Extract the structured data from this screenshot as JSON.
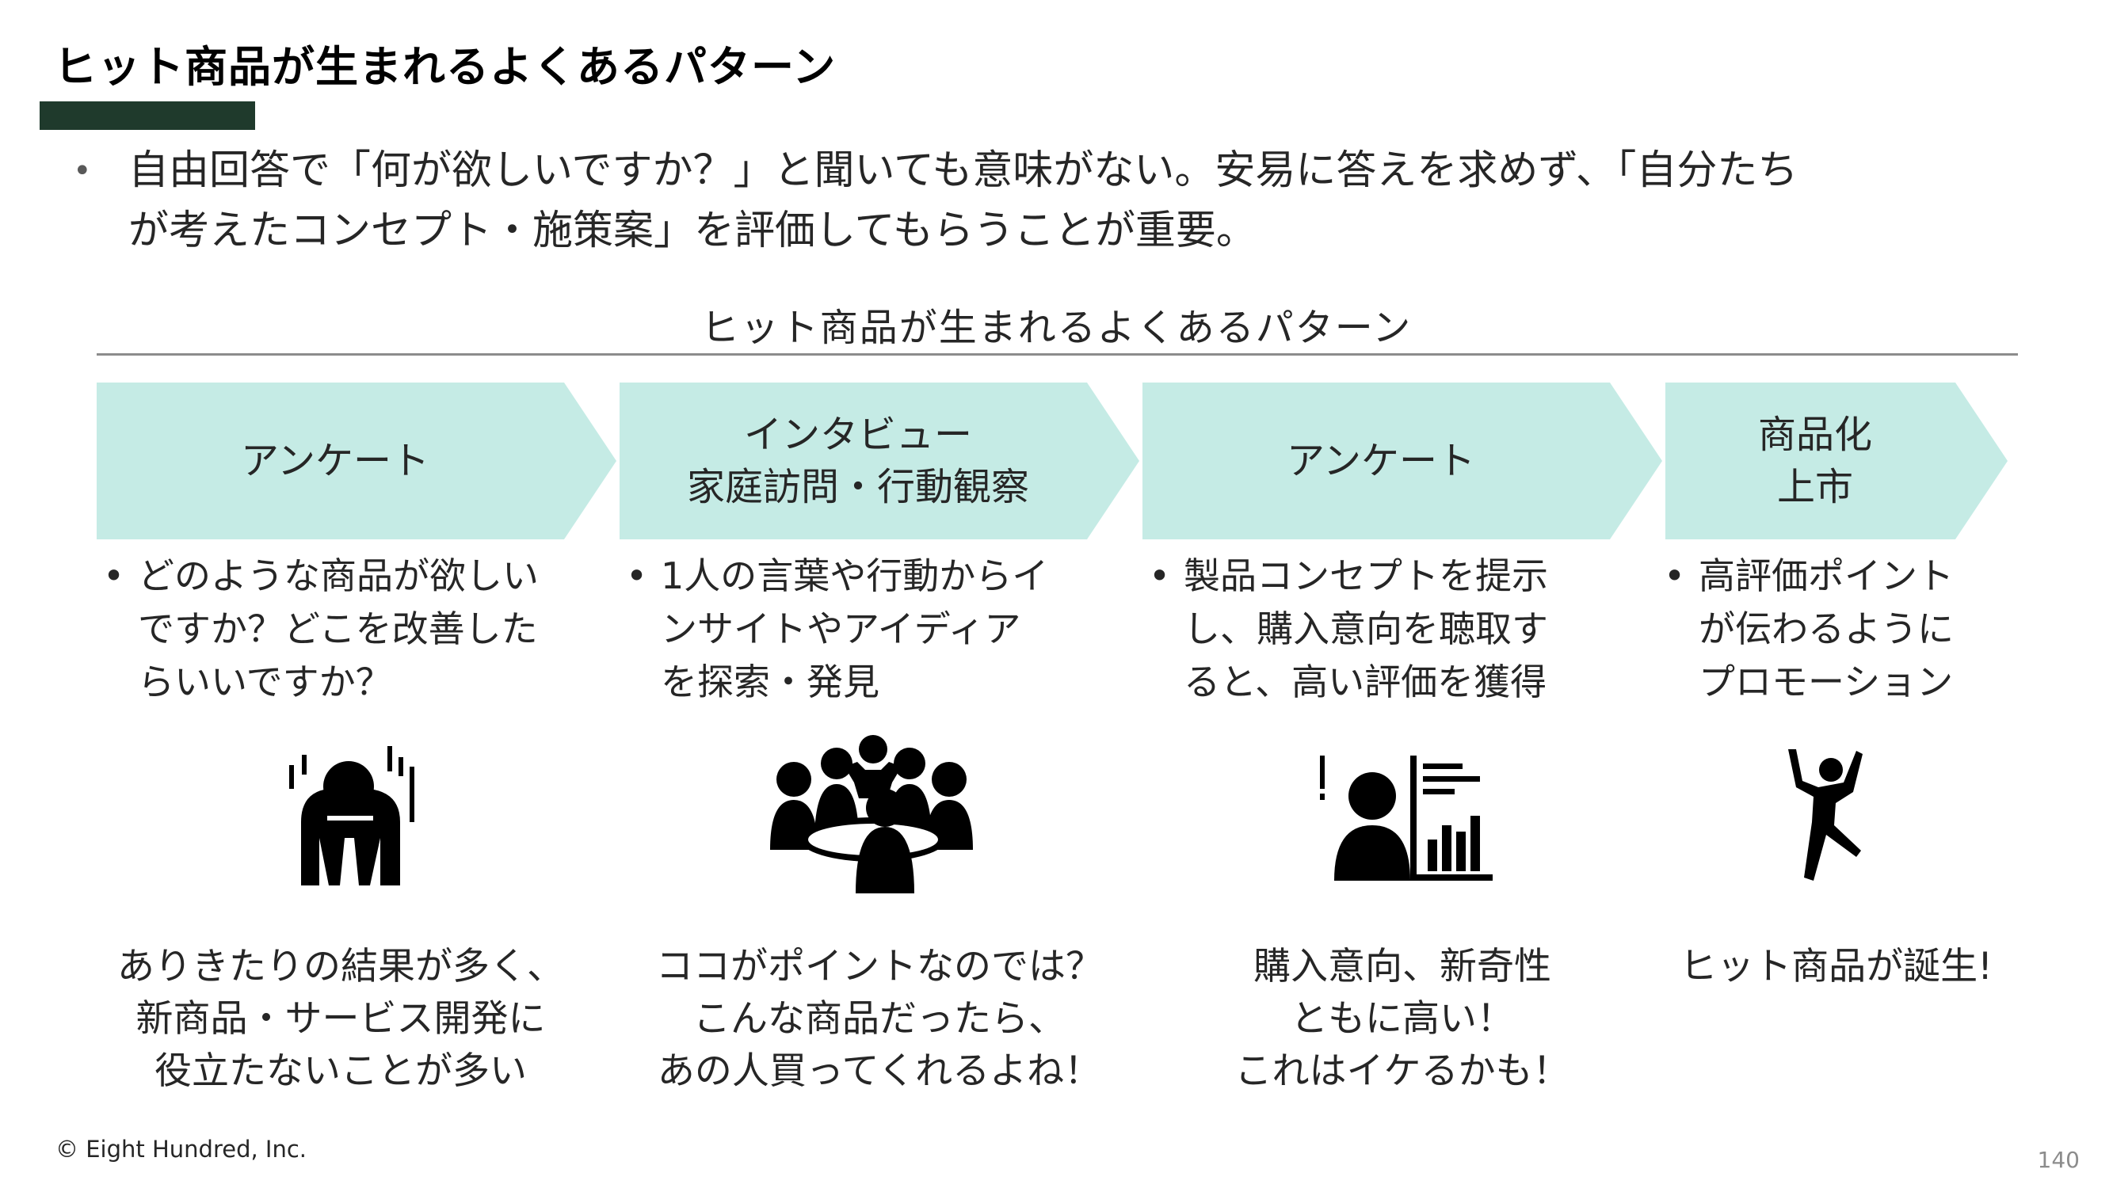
{
  "page": {
    "title": "ヒット商品が生まれるよくあるパターン",
    "intro_line1": "自由回答で「何が欲しいですか？」と聞いても意味がない。安易に答えを求めず、「自分たち",
    "intro_line2": "が考えたコンセプト・施策案」を評価してもらうことが重要。",
    "footer": "© Eight Hundred, Inc.",
    "page_number": "140"
  },
  "diagram": {
    "title": "ヒット商品が生まれるよくあるパターン",
    "fill_color": "#c5ebe5",
    "steps": [
      {
        "label_lines": [
          "アンケート"
        ],
        "desc_lines": [
          "どのような商品が欲しい",
          "ですか？どこを改善した",
          "らいいですか？"
        ],
        "icon": "person-despair-icon",
        "outcome_lines": [
          "ありきたりの結果が多く、",
          "新商品・サービス開発に",
          "役立たないことが多い"
        ]
      },
      {
        "label_lines": [
          "インタビュー",
          "家庭訪問・行動観察"
        ],
        "desc_lines": [
          "1人の言葉や行動からイ",
          "ンサイトやアイディア",
          "を探索・発見"
        ],
        "icon": "group-discussion-icon",
        "outcome_lines": [
          "ココがポイントなのでは？",
          "こんな商品だったら、",
          "あの人買ってくれるよね！"
        ]
      },
      {
        "label_lines": [
          "アンケート"
        ],
        "desc_lines": [
          "製品コンセプトを提示",
          "し、購入意向を聴取す",
          "ると、高い評価を獲得"
        ],
        "icon": "person-chart-icon",
        "outcome_lines": [
          "購入意向、新奇性",
          "ともに高い！",
          "これはイケるかも！"
        ]
      },
      {
        "label_lines": [
          "商品化",
          "上市"
        ],
        "desc_lines": [
          "高評価ポイント",
          "が伝わるように",
          "プロモーション"
        ],
        "icon": "person-jumping-icon",
        "outcome_lines": [
          "ヒット商品が誕生!"
        ]
      }
    ]
  }
}
